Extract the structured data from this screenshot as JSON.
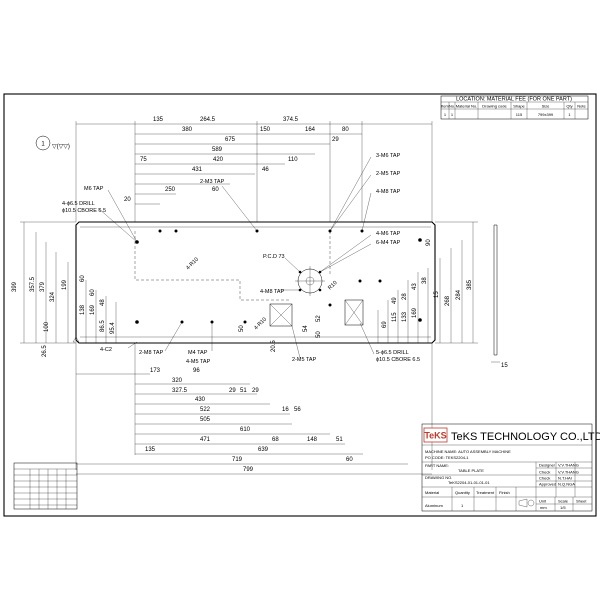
{
  "material_fee": {
    "title": "LOCATION: MATERIAL FEE (FOR ONE PART)",
    "headers": [
      "Item",
      "No.",
      "Material No.",
      "Drawing code",
      "Shape",
      "Size",
      "Qty",
      "Note"
    ],
    "row": [
      "1",
      "1",
      "",
      "",
      "115",
      "799x399",
      "1",
      ""
    ]
  },
  "finish_symbol": {
    "circle": "1",
    "marks": "▽(▽▽)"
  },
  "top_dims": [
    "135",
    "264.5",
    "374.5",
    "380",
    "150",
    "164",
    "80",
    "675",
    "29",
    "589",
    "110",
    "75",
    "420",
    "431",
    "46",
    "250",
    "60",
    "20"
  ],
  "left_dims": [
    "399",
    "357.5",
    "379",
    "324",
    "199",
    "60",
    "138",
    "169",
    "60",
    "48",
    "100",
    "86.5",
    "95.4",
    "26.5"
  ],
  "right_dims": [
    "90",
    "385",
    "284",
    "268",
    "15",
    "169",
    "133",
    "115",
    "69",
    "38",
    "43",
    "28",
    "49"
  ],
  "bottom_dims": [
    "173",
    "320",
    "327.5",
    "96",
    "29",
    "51",
    "29",
    "430",
    "16",
    "522",
    "56",
    "505",
    "610",
    "68",
    "148",
    "51",
    "471",
    "639",
    "135",
    "719",
    "60",
    "799"
  ],
  "inner_dims": [
    "20.5",
    "54",
    "50",
    "52",
    "15"
  ],
  "callouts": {
    "m6_tap_left": "M6 TAP",
    "drill_left_1": "4-ϕ6.5 DRILL",
    "drill_left_2": "ϕ10.5 CBORE 6.5",
    "m3_tap": "2-M3 TAP",
    "m6_tap_right": "3-M6 TAP",
    "m5_tap_top": "2-M5 TAP",
    "m8_tap_top": "4-M8 TAP",
    "m6_tap_4": "4-M6 TAP",
    "m4_tap_6": "6-M4 TAP",
    "pcd": "P.C.D 73",
    "r10_a": "4-R10",
    "m8_tap_mid": "4-M8 TAP",
    "r10_b": "R10",
    "r10_c": "4-R10",
    "c2": "4-C2",
    "m8_tap_bl": "2-M8 TAP",
    "m4_tap": "M4 TAP",
    "m5_tap_4": "4-M5 TAP",
    "m5_tap_bottom": "2-M5 TAP",
    "drill_right_1": "5-ϕ6.5 DRILL",
    "drill_right_2": "ϕ10.5 CBORE 6.5"
  },
  "company": {
    "logo": "TeKS",
    "name": "TeKS TECHNOLOGY CO.,LTD"
  },
  "title_block": {
    "machine_name": "MACHINE NAME: AUTO ASSEMBLY MACHINE",
    "po_code": "PO CODE: TEKS2204-1",
    "part_name_label": "PART NAME:",
    "part_name": "TABLE PLATE",
    "drawing_no_label": "DRAWING NO.",
    "drawing_no": "TeKS2204-01-01-01-01",
    "material_label": "Material",
    "quantity_label": "Quantity",
    "treatment_label": "Treatment",
    "finish_label": "Finish",
    "material": "Aluminum",
    "quantity": "1",
    "roles": [
      "Designer",
      "Check",
      "Check",
      "Approved"
    ],
    "names": [
      "V.V.THANG",
      "V.V.THANG",
      "N.T.HAI",
      "N.Q.NGA"
    ],
    "col_heads": [
      "Date",
      "Name",
      "Sign"
    ],
    "unit_label": "Unit",
    "scale_label": "Scale",
    "sheet_label": "Sheet",
    "unit": "mm",
    "scale": "1/5",
    "sheet": ""
  }
}
